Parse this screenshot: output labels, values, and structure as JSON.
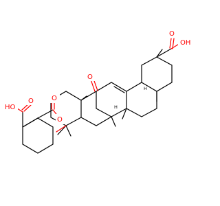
{
  "molecule": {
    "colors": {
      "bond": "#000000",
      "oxygen": "#ff0000"
    },
    "atoms": {
      "cooh_top_oh": "OH",
      "cooh_top_o": "O",
      "cooh_left_oh": "HO",
      "cooh_left_o": "O",
      "ester_o_carbonyl": "O",
      "ester_o_link": "O",
      "ketone_o": "O",
      "h_right": "H",
      "h_center": "H"
    }
  }
}
